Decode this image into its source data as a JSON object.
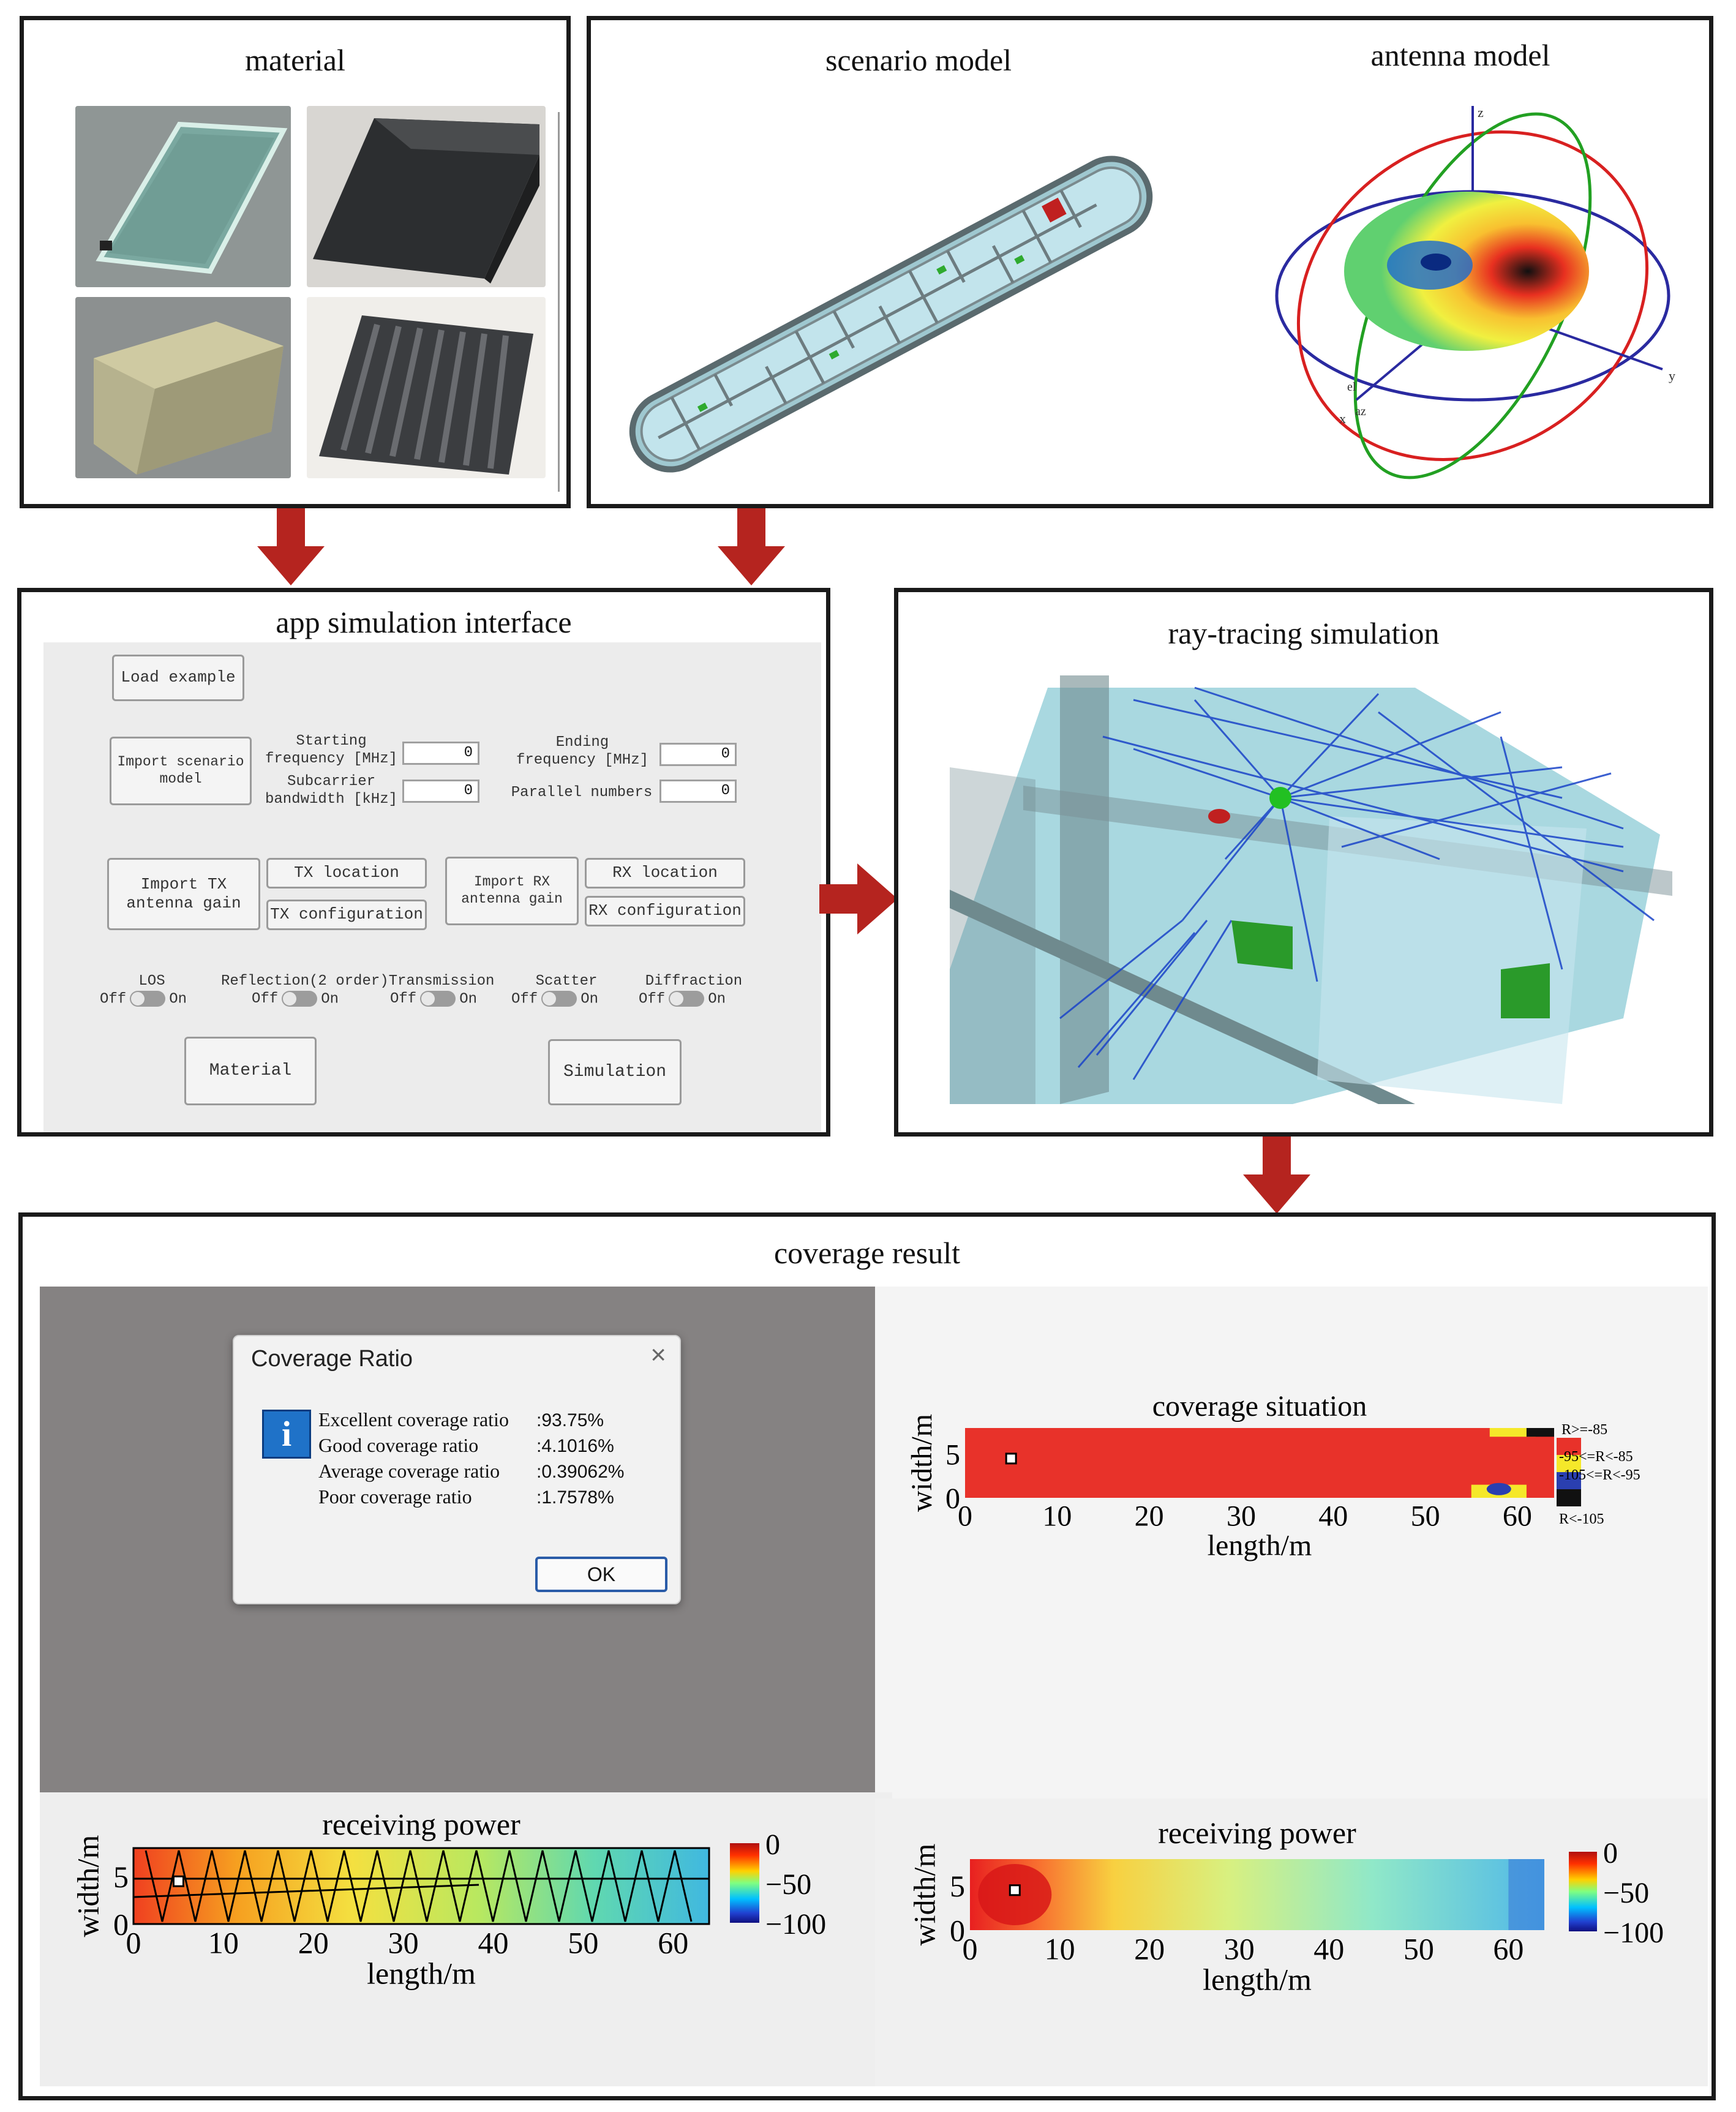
{
  "panels": {
    "material": {
      "title": "material"
    },
    "scenario": {
      "title": "scenario model"
    },
    "antenna": {
      "title": "antenna model",
      "axis_z": "z",
      "axis_y": "y",
      "axis_x": "x",
      "axis_el": "el",
      "axis_az": "az"
    },
    "app": {
      "title": "app simulation interface"
    },
    "raytracing": {
      "title": "ray-tracing simulation"
    },
    "coverage": {
      "title": "coverage result"
    }
  },
  "app_ui": {
    "load_example": "Load example",
    "import_scenario_1": "Import scenario",
    "import_scenario_2": "model",
    "starting_freq_1": "Starting",
    "starting_freq_2": "frequency [MHz]",
    "starting_freq_value": "0",
    "ending_freq_1": "Ending",
    "ending_freq_2": "frequency [MHz]",
    "ending_freq_value": "0",
    "subcarrier_1": "Subcarrier",
    "subcarrier_2": "bandwidth [kHz]",
    "subcarrier_value": "0",
    "parallel_numbers": "Parallel numbers",
    "parallel_value": "0",
    "import_tx_1": "Import TX",
    "import_tx_2": "antenna gain",
    "tx_location": "TX location",
    "tx_configuration": "TX configuration",
    "import_rx_1": "Import RX",
    "import_rx_2": "antenna gain",
    "rx_location": "RX location",
    "rx_configuration": "RX configuration",
    "toggles": [
      {
        "label": "LOS",
        "off": "Off",
        "on": "On"
      },
      {
        "label": "Reflection(2 order)",
        "off": "Off",
        "on": "On"
      },
      {
        "label": "Transmission",
        "off": "Off",
        "on": "On"
      },
      {
        "label": "Scatter",
        "off": "Off",
        "on": "On"
      },
      {
        "label": "Diffraction",
        "off": "Off",
        "on": "On"
      }
    ],
    "material_button": "Material",
    "simulation_button": "Simulation"
  },
  "dialog": {
    "title": "Coverage Ratio",
    "close": "×",
    "rows": [
      {
        "label": "Excellent coverage ratio",
        "value": ":93.75%"
      },
      {
        "label": "Good coverage ratio",
        "value": ":4.1016%"
      },
      {
        "label": "Average coverage ratio",
        "value": ":0.39062%"
      },
      {
        "label": "Poor coverage ratio",
        "value": ":1.7578%"
      }
    ],
    "ok": "OK",
    "icon": "info-icon"
  },
  "colors": {
    "arrow": "#b5241f",
    "excellent": "#e8322a",
    "good": "#f5e82a",
    "average": "#2a3fb0",
    "poor": "#111111"
  },
  "chart_data": [
    {
      "type": "heatmap",
      "title": "coverage situation",
      "xlabel": "length/m",
      "ylabel": "width/m",
      "xticks": [
        "0",
        "10",
        "20",
        "30",
        "40",
        "50",
        "60"
      ],
      "yticks": [
        "5",
        "0"
      ],
      "xlim": [
        0,
        64
      ],
      "ylim": [
        0,
        8
      ],
      "legend": [
        "R>=-85",
        "-95<=R<-85",
        "-105<=R<-95",
        "R<-105"
      ],
      "coverage_ratio_percent": {
        "excellent": 93.75,
        "good": 4.1016,
        "average": 0.39062,
        "poor": 1.7578
      }
    },
    {
      "type": "heatmap",
      "title": "receiving power",
      "xlabel": "length/m",
      "ylabel": "width/m",
      "xticks": [
        "0",
        "10",
        "20",
        "30",
        "40",
        "50",
        "60"
      ],
      "yticks": [
        "5",
        "0"
      ],
      "xlim": [
        0,
        64
      ],
      "ylim": [
        0,
        8
      ],
      "colorbar_ticks": [
        "0",
        "−50",
        "−100"
      ],
      "colorbar_range": [
        -100,
        0
      ],
      "overlay": "ray paths"
    },
    {
      "type": "heatmap",
      "title": "receiving power",
      "xlabel": "length/m",
      "ylabel": "width/m",
      "xticks": [
        "0",
        "10",
        "20",
        "30",
        "40",
        "50",
        "60"
      ],
      "yticks": [
        "5",
        "0"
      ],
      "xlim": [
        0,
        64
      ],
      "ylim": [
        0,
        8
      ],
      "colorbar_ticks": [
        "0",
        "−50",
        "−100"
      ],
      "colorbar_range": [
        -100,
        0
      ]
    }
  ]
}
